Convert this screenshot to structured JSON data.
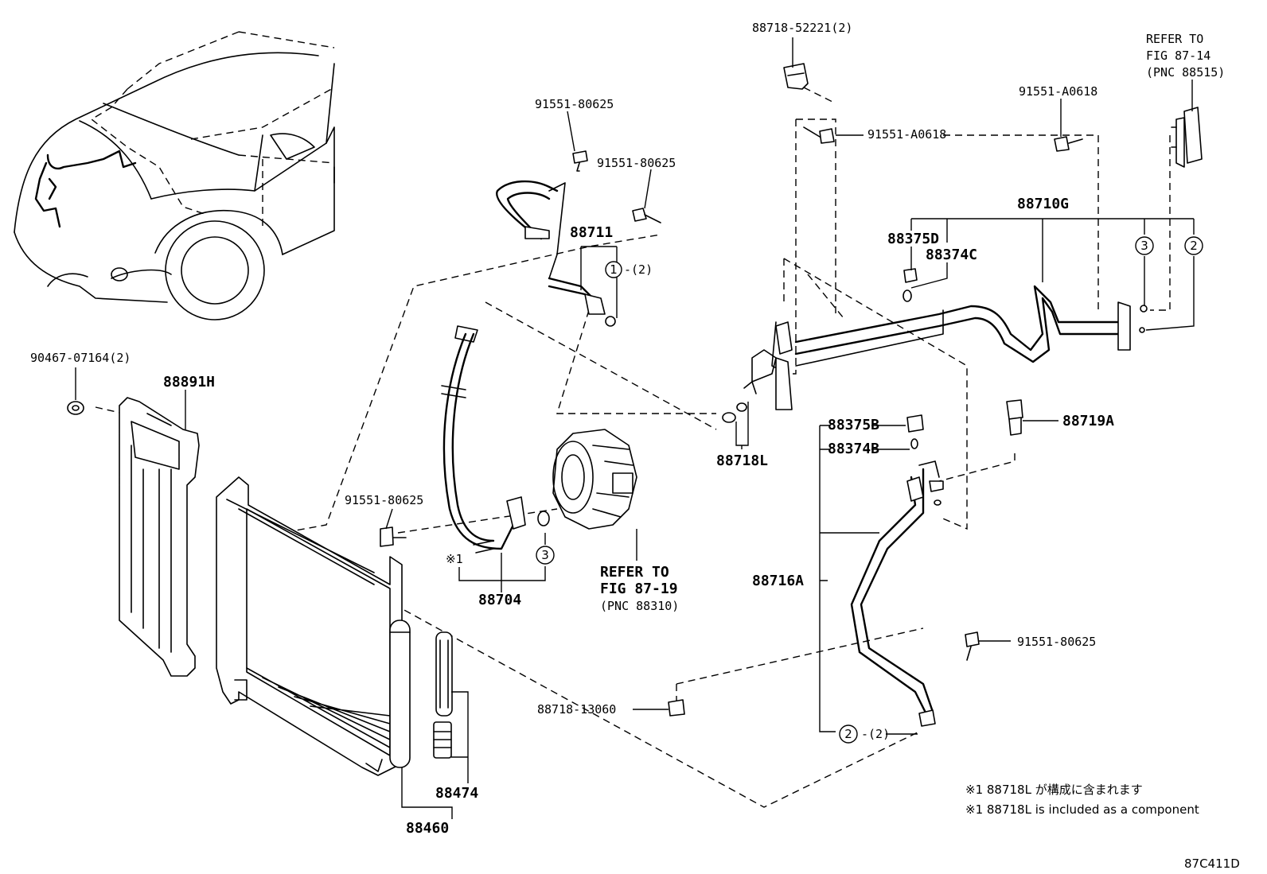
{
  "labels": {
    "l_88718_52221": "88718-52221(2)",
    "l_refer_87_14_a": "REFER TO",
    "l_refer_87_14_b": "FIG 87-14",
    "l_refer_87_14_c": "(PNC 88515)",
    "l_91551_a0618_top": "91551-A0618",
    "l_91551_a0618_mid": "91551-A0618",
    "l_91551_80625_a": "91551-80625",
    "l_91551_80625_b": "91551-80625",
    "l_91551_80625_c": "91551-80625",
    "l_91551_80625_d": "91551-80625",
    "l_88711": "88711",
    "l_q1": "-(2)",
    "l_88710g": "88710G",
    "l_88375d": "88375D",
    "l_88374c": "88374C",
    "l_90467": "90467-07164(2)",
    "l_88891h": "88891H",
    "l_88718l": "88718L",
    "l_88375b": "88375B",
    "l_88374b": "88374B",
    "l_88719a": "88719A",
    "l_refer_87_19_a": "REFER TO",
    "l_refer_87_19_b": "FIG 87-19",
    "l_refer_87_19_c": "(PNC 88310)",
    "l_star1": "※1",
    "l_88704": "88704",
    "l_88716a": "88716A",
    "l_88718_13060": "88718-13060",
    "l_q2": "-(2)",
    "l_88474": "88474",
    "l_88460": "88460",
    "note_jp": "※1 88718L が構成に含まれます",
    "note_en": "※1 88718L is included as a component",
    "fig_code": "87C411D"
  },
  "circles": {
    "c1": "1",
    "c3_top": "3",
    "c2_top": "2",
    "c3_mid": "3",
    "c2_bot": "2"
  }
}
